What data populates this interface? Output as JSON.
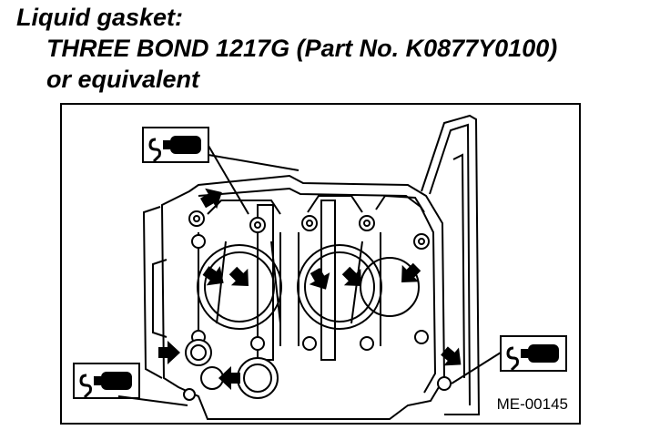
{
  "caption": {
    "line1": "Liquid gasket:",
    "line2": "THREE BOND 1217G (Part No. K0877Y0100)",
    "line3": "or equivalent"
  },
  "figure": {
    "figure_id": "ME-00145",
    "icons": [
      "liquid-gasket-tube-icon",
      "liquid-gasket-tube-icon",
      "liquid-gasket-tube-icon"
    ],
    "callout_color": "#000000"
  }
}
